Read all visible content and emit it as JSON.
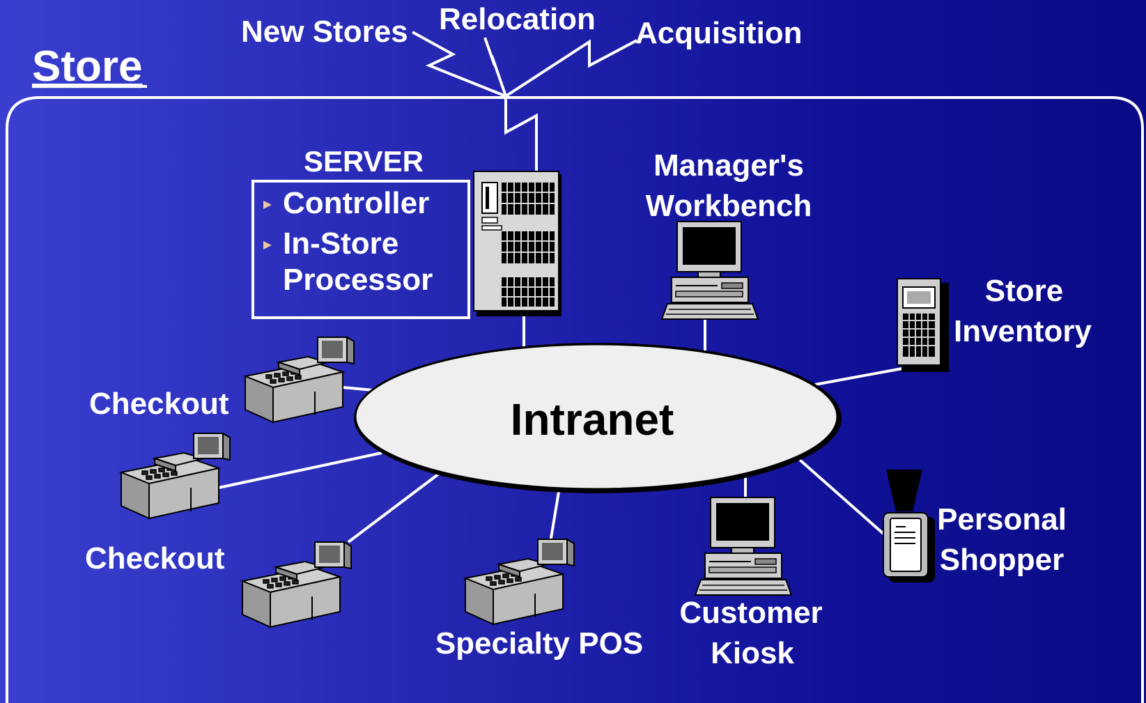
{
  "title": "Store",
  "external_links": [
    "New Stores",
    "Relocation",
    "Acquisition"
  ],
  "server": {
    "title": "SERVER",
    "items": [
      "Controller",
      "In-Store",
      "Processor"
    ]
  },
  "network_label": "Intranet",
  "nodes": {
    "managers_workbench": [
      "Manager's",
      "Workbench"
    ],
    "store_inventory": [
      "Store",
      "Inventory"
    ],
    "personal_shopper": [
      "Personal",
      "Shopper"
    ],
    "customer_kiosk": [
      "Customer",
      "Kiosk"
    ],
    "specialty_pos": "Specialty POS",
    "checkout_1": "Checkout",
    "checkout_2": "Checkout"
  },
  "colors": {
    "background_left": "#3a3fd0",
    "background_right": "#0a0a86",
    "line": "#ffffff",
    "intranet_fill": "#efefef"
  },
  "icons": [
    "server-tower-icon",
    "desktop-computer-icon",
    "pos-terminal-icon",
    "handheld-scanner-icon",
    "personal-shopper-device-icon"
  ]
}
